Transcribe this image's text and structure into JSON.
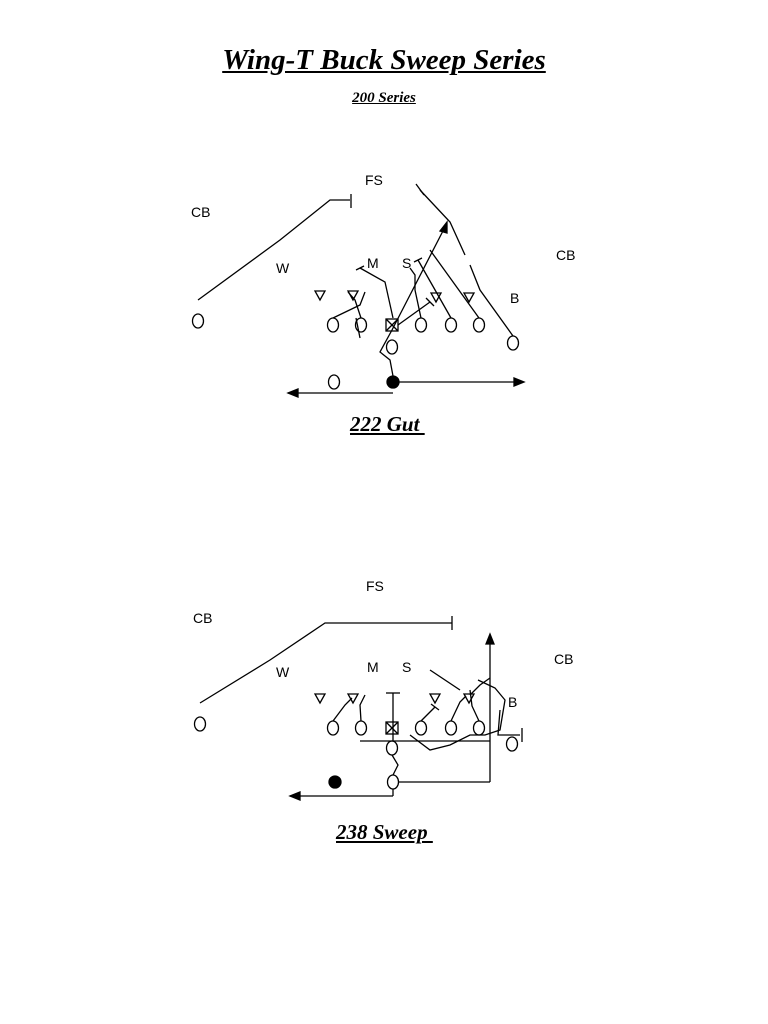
{
  "header": {
    "title": "Wing-T Buck Sweep Series",
    "subtitle": "200 Series"
  },
  "plays": [
    {
      "name": "222 Gut ",
      "defense_labels": {
        "fs": "FS",
        "cb_left": "CB",
        "cb_right": "CB",
        "w": "W",
        "m": "M",
        "s": "S",
        "b": "B"
      }
    },
    {
      "name": "238 Sweep ",
      "defense_labels": {
        "fs": "FS",
        "cb_left": "CB",
        "cb_right": "CB",
        "w": "W",
        "m": "M",
        "s": "S",
        "b": "B"
      }
    }
  ]
}
